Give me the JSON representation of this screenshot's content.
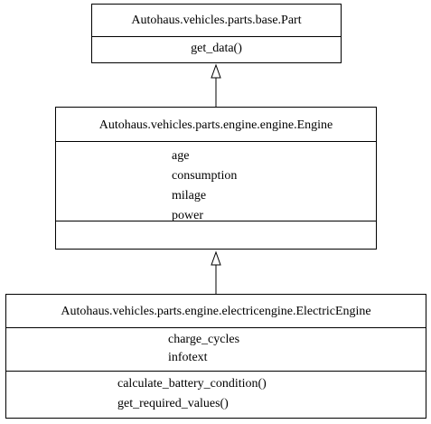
{
  "classes": [
    {
      "name": "Autohaus.vehicles.parts.base.Part",
      "attributes": [],
      "methods": [
        "get_data()"
      ]
    },
    {
      "name": "Autohaus.vehicles.parts.engine.engine.Engine",
      "attributes": [
        "age",
        "consumption",
        "milage",
        "power"
      ],
      "methods": []
    },
    {
      "name": "Autohaus.vehicles.parts.engine.electricengine.ElectricEngine",
      "attributes": [
        "charge_cycles",
        "infotext"
      ],
      "methods": [
        "calculate_battery_condition()",
        "get_required_values()"
      ]
    }
  ],
  "relations": [
    {
      "from": "Autohaus.vehicles.parts.engine.engine.Engine",
      "to": "Autohaus.vehicles.parts.base.Part",
      "type": "inheritance"
    },
    {
      "from": "Autohaus.vehicles.parts.engine.electricengine.ElectricEngine",
      "to": "Autohaus.vehicles.parts.engine.engine.Engine",
      "type": "inheritance"
    }
  ]
}
